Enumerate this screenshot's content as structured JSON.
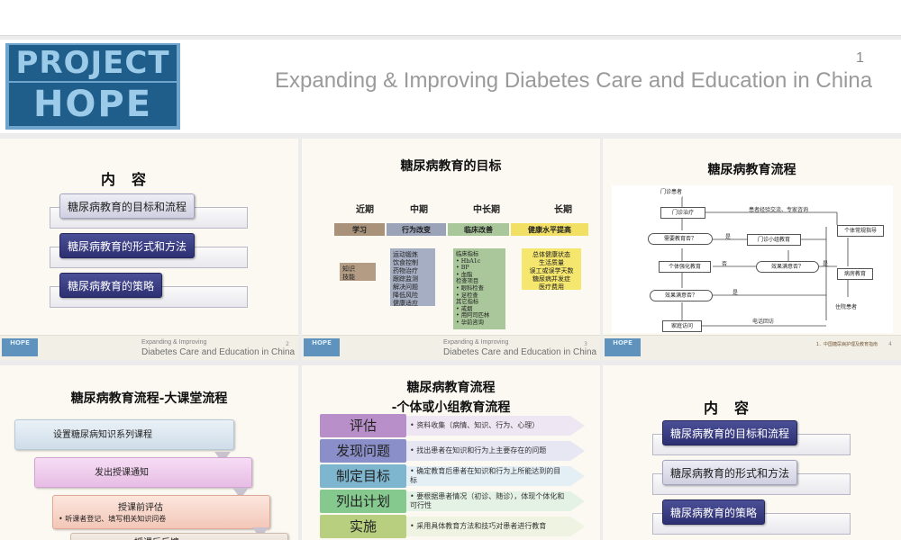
{
  "cover": {
    "logo_line1": "PROJECT",
    "logo_line2": "HOPE",
    "page_number": "1",
    "subtitle": "Expanding & Improving Diabetes Care and Education in China"
  },
  "footer": {
    "logo": "HOPE",
    "line1": "Expanding & Improving",
    "line2": "Diabetes Care and Education in China"
  },
  "slides": [
    {
      "id": 2,
      "title": "内容",
      "items": [
        "糖尿病教育的目标和流程",
        "糖尿病教育的形式和方法",
        "糖尿病教育的策略"
      ],
      "footer_page": "2"
    },
    {
      "id": 3,
      "title": "糖尿病教育的目标",
      "terms": [
        "近期",
        "中期",
        "中长期",
        "长期"
      ],
      "stages": [
        "学习",
        "行为改变",
        "临床改善",
        "健康水平提高"
      ],
      "boxes": [
        "知识\n技能",
        "运动锻炼\n饮食控制\n药物治疗\n跟踪监测\n解决问题\n降低风险\n健康适应",
        "临床指标\n• HbA1c\n• BP\n• 血脂\n检查项目\n• 眼科检查\n• 足检查\n其它指标\n• 戒烟\n• 用阿司匹林\n• 孕前咨询",
        "总体健康状态\n生活质量\n误工或误学天数\n糖尿病并发症\n医疗费用"
      ],
      "footer_page": "3"
    },
    {
      "id": 4,
      "title": "糖尿病教育流程",
      "flow": {
        "nodes": [
          "门诊患者",
          "门诊治疗",
          "需要教育否？",
          "门诊小组教育",
          "个体强化教育",
          "效果满意否？",
          "效果满意否？",
          "家庭访问",
          "个体常规指导",
          "病房教育",
          "住院患者"
        ],
        "labels": [
          "患者经验交流、专家咨询",
          "是",
          "否",
          "是",
          "是",
          "电话回访"
        ]
      },
      "footer_note": "1．中国糖尿病护理及教育指南",
      "footer_page": "4"
    },
    {
      "id": 5,
      "title": "糖尿病教育流程-大课堂流程",
      "steps": [
        "设置糖尿病知识系列课程",
        "发出授课通知",
        "授课前评估",
        "• 听课者登记、填写相关知识问卷",
        "授课后反馈"
      ]
    },
    {
      "id": 6,
      "title_line1": "糖尿病教育流程",
      "title_line2": "-个体或小组教育流程",
      "rows": [
        {
          "label": "评估",
          "desc": "• 资料收集（病情、知识、行为、心理）"
        },
        {
          "label": "发现问题",
          "desc": "• 找出患者在知识和行为上主要存在的问题"
        },
        {
          "label": "制定目标",
          "desc": "• 确定教育后患者在知识和行为上所能达到的目标"
        },
        {
          "label": "列出计划",
          "desc": "• 要根据患者情况（初诊、随诊），体现个体化和可行性"
        },
        {
          "label": "实施",
          "desc": "• 采用具体教育方法和技巧对患者进行教育"
        }
      ]
    },
    {
      "id": 7,
      "title": "内容",
      "items": [
        "糖尿病教育的目标和流程",
        "糖尿病教育的形式和方法",
        "糖尿病教育的策略"
      ]
    }
  ],
  "colors": {
    "dark_button": "#2d3072",
    "light_button": "#d8d8e6",
    "slide_bg": "#fbf9f1"
  }
}
